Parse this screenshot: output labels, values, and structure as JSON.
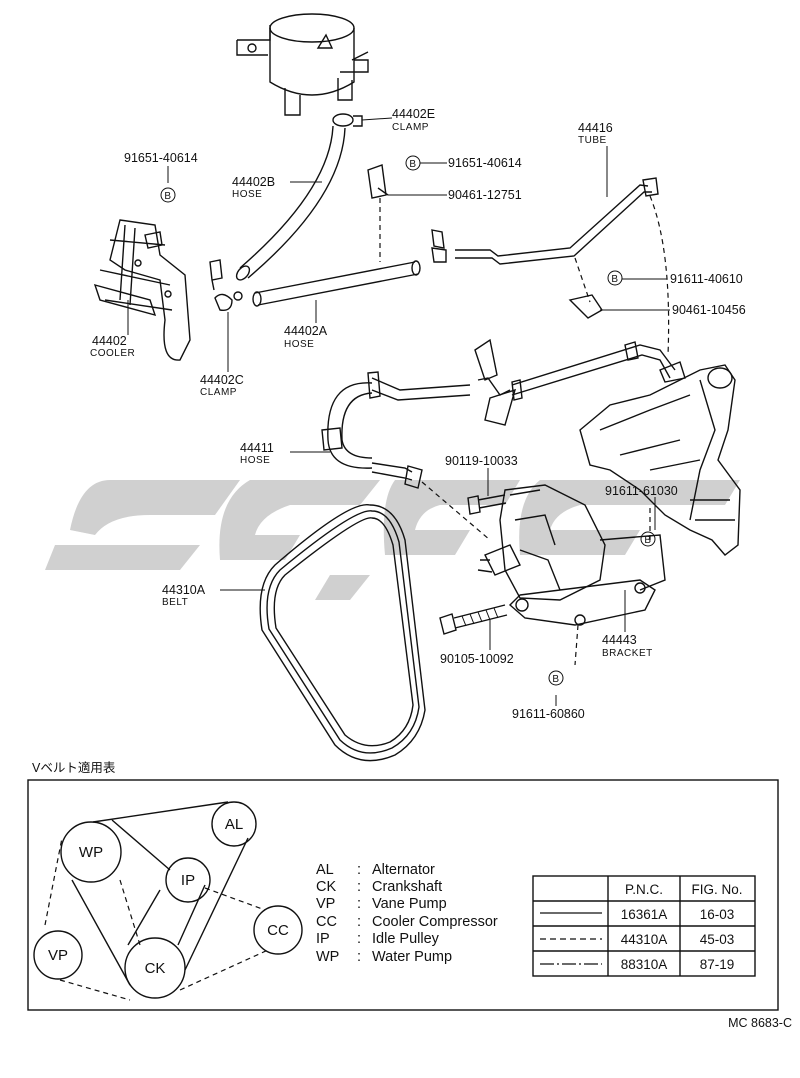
{
  "watermark": {
    "color": "#c8c8c8"
  },
  "callouts": [
    {
      "id": "44402E",
      "sub": "CLAMP"
    },
    {
      "id": "91651-40614"
    },
    {
      "id": "44402B",
      "sub": "HOSE"
    },
    {
      "id": "91651-40614"
    },
    {
      "id": "90461-12751"
    },
    {
      "id": "44416",
      "sub": "TUBE"
    },
    {
      "id": "91611-40610"
    },
    {
      "id": "90461-10456"
    },
    {
      "id": "44402",
      "sub": "COOLER"
    },
    {
      "id": "44402A",
      "sub": "HOSE"
    },
    {
      "id": "44402C",
      "sub": "CLAMP"
    },
    {
      "id": "44411",
      "sub": "HOSE"
    },
    {
      "id": "90119-10033"
    },
    {
      "id": "91611-61030"
    },
    {
      "id": "44310A",
      "sub": "BELT"
    },
    {
      "id": "90105-10092"
    },
    {
      "id": "44443",
      "sub": "BRACKET"
    },
    {
      "id": "91611-60860"
    }
  ],
  "bolt_marker": "B",
  "belt_table_title": "Vベルト適用表",
  "pulleys": [
    "AL",
    "WP",
    "IP",
    "CC",
    "VP",
    "CK"
  ],
  "legend": [
    {
      "code": "AL",
      "sep": ":",
      "name": "Alternator"
    },
    {
      "code": "CK",
      "sep": ":",
      "name": "Crankshaft"
    },
    {
      "code": "VP",
      "sep": ":",
      "name": "Vane Pump"
    },
    {
      "code": "CC",
      "sep": ":",
      "name": "Cooler Compressor"
    },
    {
      "code": "IP",
      "sep": ":",
      "name": "Idle Pulley"
    },
    {
      "code": "WP",
      "sep": ":",
      "name": "Water Pump"
    }
  ],
  "table": {
    "headers": [
      "P.N.C.",
      "FIG. No."
    ],
    "rows": [
      {
        "pnc": "16361A",
        "fig": "16-03",
        "style": "solid"
      },
      {
        "pnc": "44310A",
        "fig": "45-03",
        "style": "dashed"
      },
      {
        "pnc": "88310A",
        "fig": "87-19",
        "style": "dashdot"
      }
    ]
  },
  "figure_code": "MC 8683-C"
}
